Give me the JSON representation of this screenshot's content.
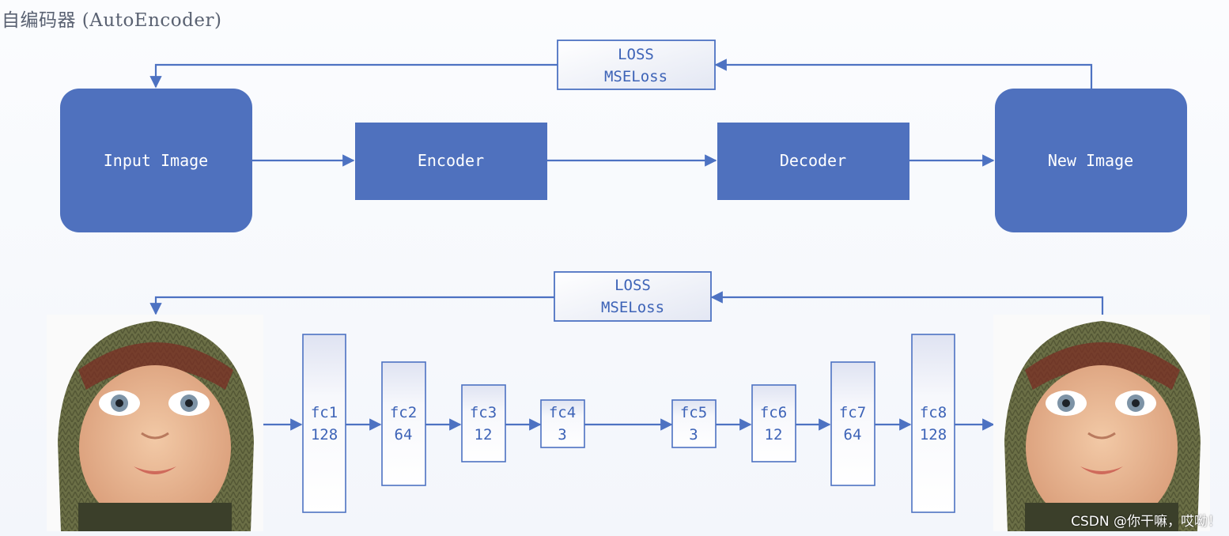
{
  "title": "自编码器 (AutoEncoder)",
  "top_diagram": {
    "loss": [
      "LOSS",
      "MSELoss"
    ],
    "boxes": [
      "Input Image",
      "Encoder",
      "Decoder",
      "New Image"
    ]
  },
  "bottom_diagram": {
    "loss": [
      "LOSS",
      "MSELoss"
    ],
    "layers": [
      {
        "name": "fc1",
        "size": "128"
      },
      {
        "name": "fc2",
        "size": "64"
      },
      {
        "name": "fc3",
        "size": "12"
      },
      {
        "name": "fc4",
        "size": "3"
      },
      {
        "name": "fc5",
        "size": "3"
      },
      {
        "name": "fc6",
        "size": "12"
      },
      {
        "name": "fc7",
        "size": "64"
      },
      {
        "name": "fc8",
        "size": "128"
      }
    ]
  },
  "watermark": "CSDN @你干嘛，哎呦！",
  "colors": {
    "accent": "#4f71be",
    "line": "#4d72c2"
  }
}
